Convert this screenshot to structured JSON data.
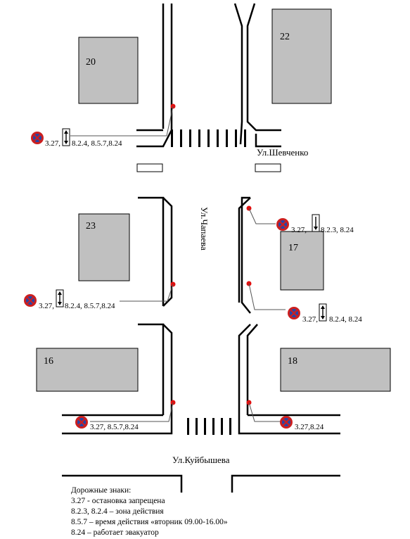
{
  "buildings": [
    {
      "id": "b20",
      "number": "20"
    },
    {
      "id": "b22",
      "number": "22"
    },
    {
      "id": "b23",
      "number": "23"
    },
    {
      "id": "b17",
      "number": "17"
    },
    {
      "id": "b16",
      "number": "16"
    },
    {
      "id": "b18",
      "number": "18"
    }
  ],
  "streets": {
    "shevchenko": "Ул.Шевченко",
    "chapaeva": "Ул.Чапаева",
    "kuibysheva": "Ул.Куйбышева"
  },
  "sign_labels": {
    "s1": "3.27,",
    "s1b": "8.2.4, 8.5.7,8.24",
    "s2": "3.27,",
    "s2b": "8.2.3, 8.24",
    "s3": "3.27,",
    "s3b": "8.2.4, 8.5.7,8.24",
    "s4": "3.27,",
    "s4b": "8.2.4, 8.24",
    "s5": "3.27, 8.5.7,8.24",
    "s6": "3.27,8.24"
  },
  "legend": {
    "title": "Дорожные знаки:",
    "lines": [
      "3.27 - остановка  запрещена",
      "8.2.3, 8.2.4 – зона действия",
      "8.5.7 – время действия  «вторник 09.00-16.00»",
      "8.24 –  работает эвакуатор"
    ]
  },
  "colors": {
    "sign_red": "#cc1f1f",
    "sign_blue": "#2545a8",
    "marker_red": "#e01010",
    "building_gray": "#c0c0c0"
  }
}
